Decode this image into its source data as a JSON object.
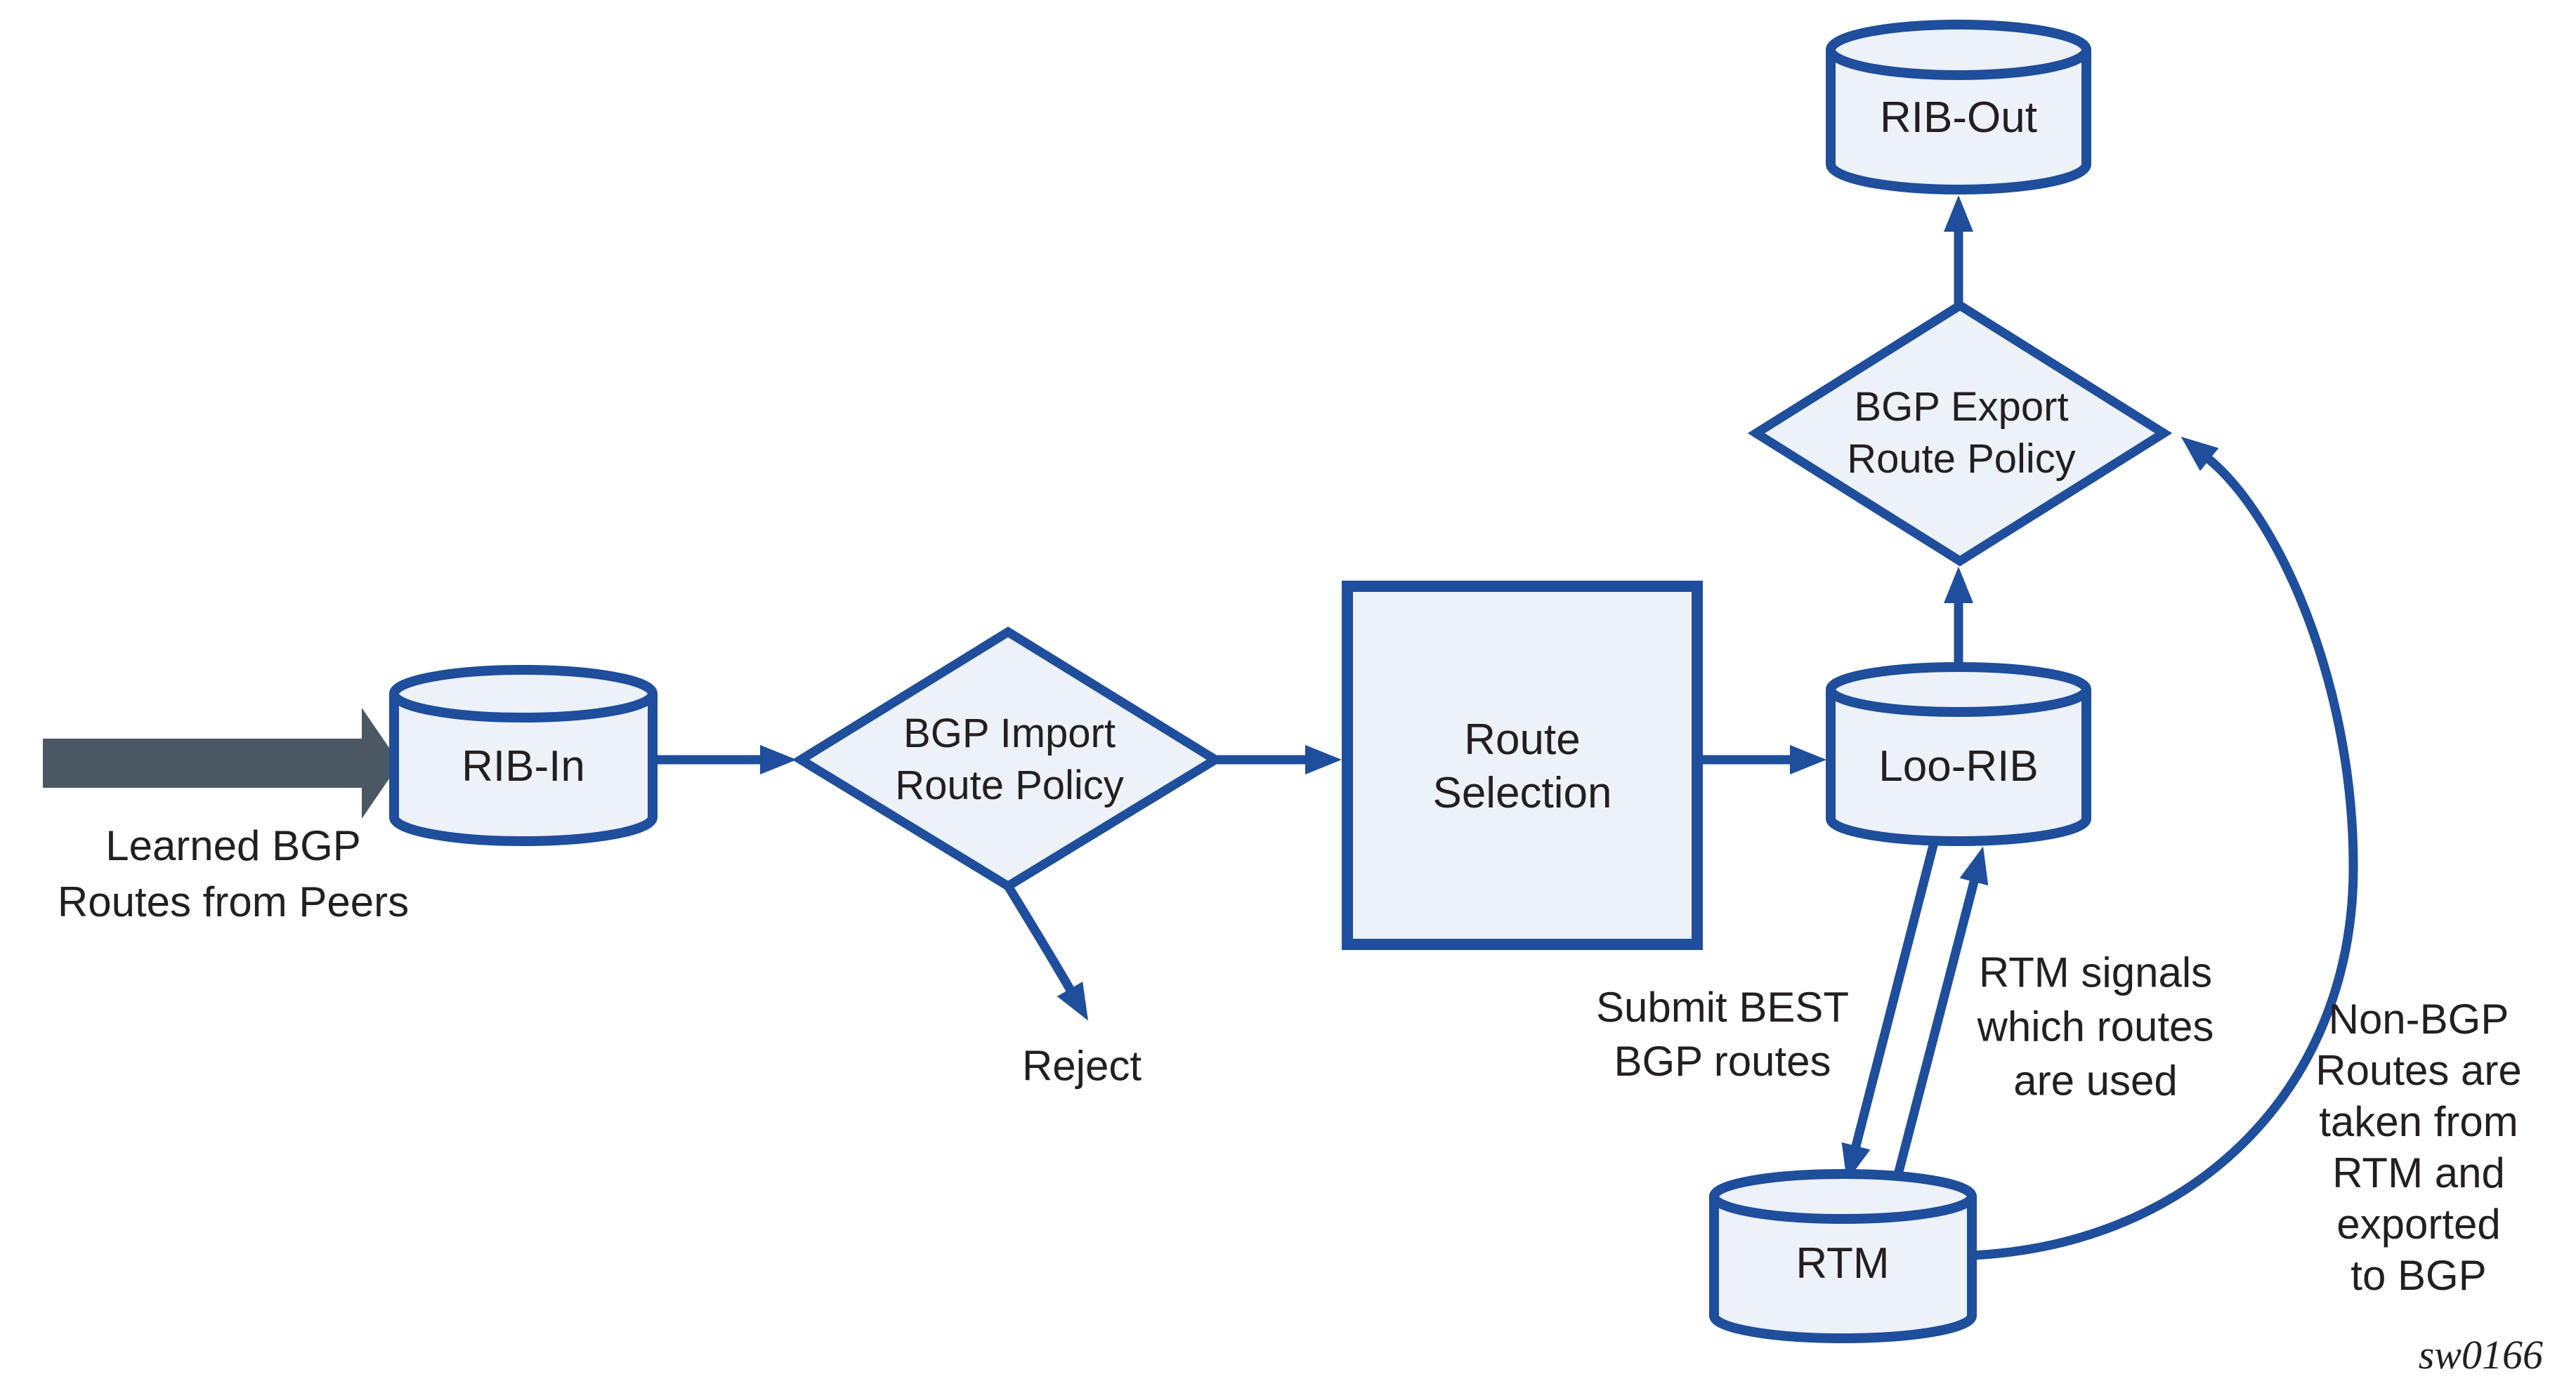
{
  "colors": {
    "line_blue": "#1e4e9c",
    "shape_fill": "#edf1f8",
    "gray_arrow": "#4b5863",
    "text": "#231f20",
    "bg": "#ffffff"
  },
  "nodes": {
    "rib_in": {
      "label": "RIB-In",
      "type": "cylinder"
    },
    "bgp_import": {
      "lines": [
        "BGP Import",
        "Route Policy"
      ],
      "type": "decision"
    },
    "route_selection": {
      "lines": [
        "Route",
        "Selection"
      ],
      "type": "process"
    },
    "loo_rib": {
      "label": "Loo-RIB",
      "type": "cylinder"
    },
    "bgp_export": {
      "lines": [
        "BGP Export",
        "Route Policy"
      ],
      "type": "decision"
    },
    "rib_out": {
      "label": "RIB-Out",
      "type": "cylinder"
    },
    "rtm": {
      "label": "RTM",
      "type": "cylinder"
    }
  },
  "labels": {
    "learned_peers": {
      "lines": [
        "Learned BGP",
        "Routes from Peers"
      ]
    },
    "reject": "Reject",
    "submit_best": {
      "lines": [
        "Submit BEST",
        "BGP routes"
      ]
    },
    "rtm_signals": {
      "lines": [
        "RTM signals",
        "which routes",
        "are used"
      ]
    },
    "non_bgp": {
      "lines": [
        "Non-BGP",
        "Routes are",
        "taken from",
        "RTM and",
        "exported",
        "to BGP"
      ]
    }
  },
  "watermark": "sw0166"
}
